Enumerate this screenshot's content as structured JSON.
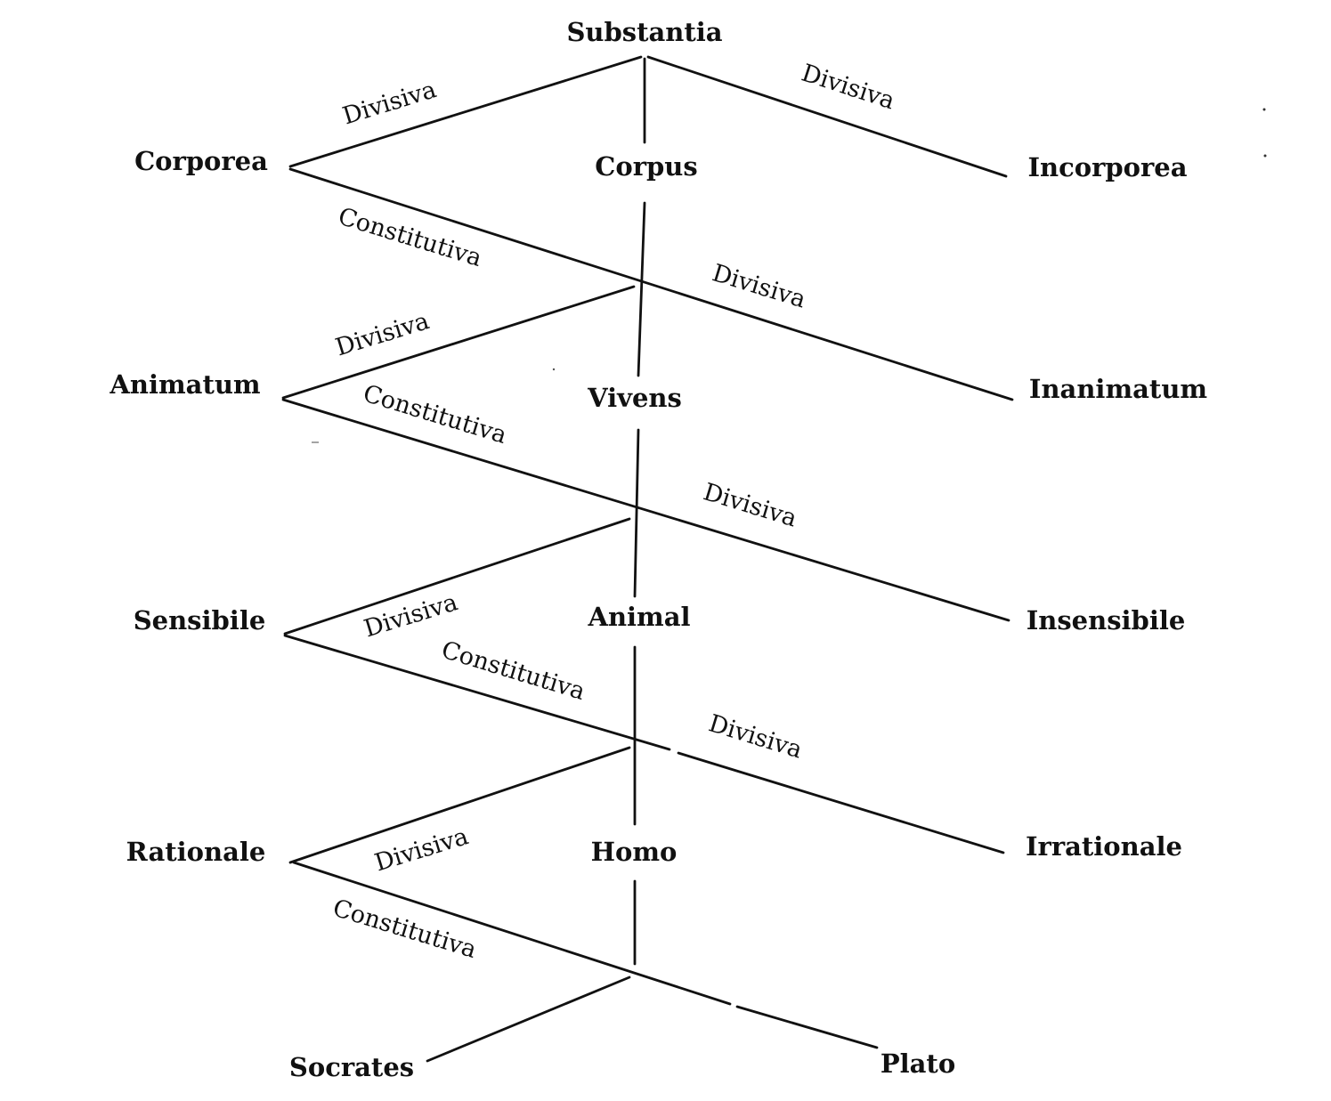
{
  "diagram": {
    "nodes": {
      "substantia": "Substantia",
      "corporea": "Corporea",
      "corpus": "Corpus",
      "incorporea": "Incorporea",
      "animatum": "Animatum",
      "vivens": "Vivens",
      "inanimatum": "Inanimatum",
      "sensibile": "Sensibile",
      "animal": "Animal",
      "insensibile": "Insensibile",
      "rationale": "Rationale",
      "homo": "Homo",
      "irrationale": "Irrationale",
      "socrates": "Socrates",
      "plato": "Plato"
    },
    "edge_labels": {
      "divisiva": "Divisiva",
      "constitutiva": "Constitutiva"
    }
  }
}
